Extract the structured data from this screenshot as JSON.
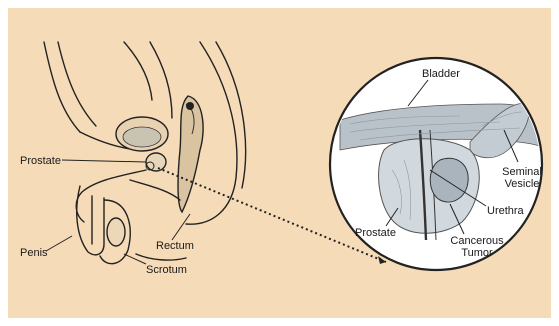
{
  "colors": {
    "background": "#f5dbb8",
    "border": "#ffffff",
    "line": "#222222",
    "magnifier_fill": "#ffffff",
    "tissue": "#b9c2c9"
  },
  "labels": {
    "prostate_left": "Prostate",
    "penis": "Penis",
    "rectum": "Rectum",
    "scrotum": "Scrotum",
    "bladder": "Bladder",
    "seminal_vesicle_line1": "Seminal",
    "seminal_vesicle_line2": "Vesicle",
    "urethra": "Urethra",
    "prostate_right": "Prostate",
    "cancerous_tumor_line1": "Cancerous",
    "cancerous_tumor_line2": "Tumor"
  }
}
